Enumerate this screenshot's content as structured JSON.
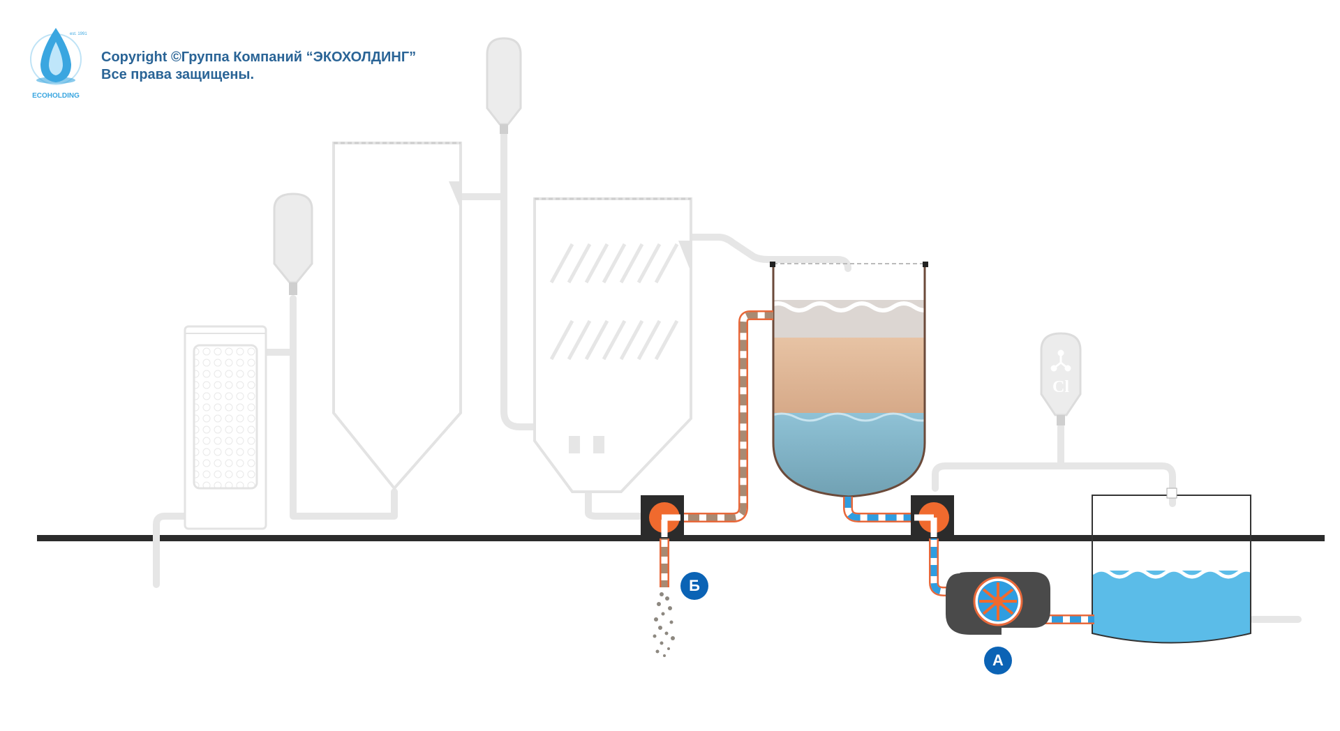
{
  "header": {
    "logo": {
      "name": "ECOHOLDING",
      "est": "est. 1991",
      "icon": "water-drop-icon",
      "color": "#3aa6e0"
    },
    "copyright_line1": "Copyright  ©Группа Компаний “ЭКОХОЛДИНГ”",
    "copyright_line2": "Все права защищены."
  },
  "reagent_tank": {
    "label": "Cl",
    "icon": "chlorine-molecule-icon"
  },
  "markers": {
    "a": {
      "label": "А"
    },
    "b": {
      "label": "Б"
    }
  },
  "colors": {
    "pipe_inactive": "#e6e6e6",
    "pipe_flow_outline": "#e8683a",
    "water_flow": "#2f9de0",
    "sludge_flow": "#a88a73",
    "valve_orange": "#f06a2e",
    "water": "#5bbce8",
    "ground_line": "#2b2b2b",
    "pump_body": "#4a4a4a",
    "badge": "#0b63b5"
  }
}
